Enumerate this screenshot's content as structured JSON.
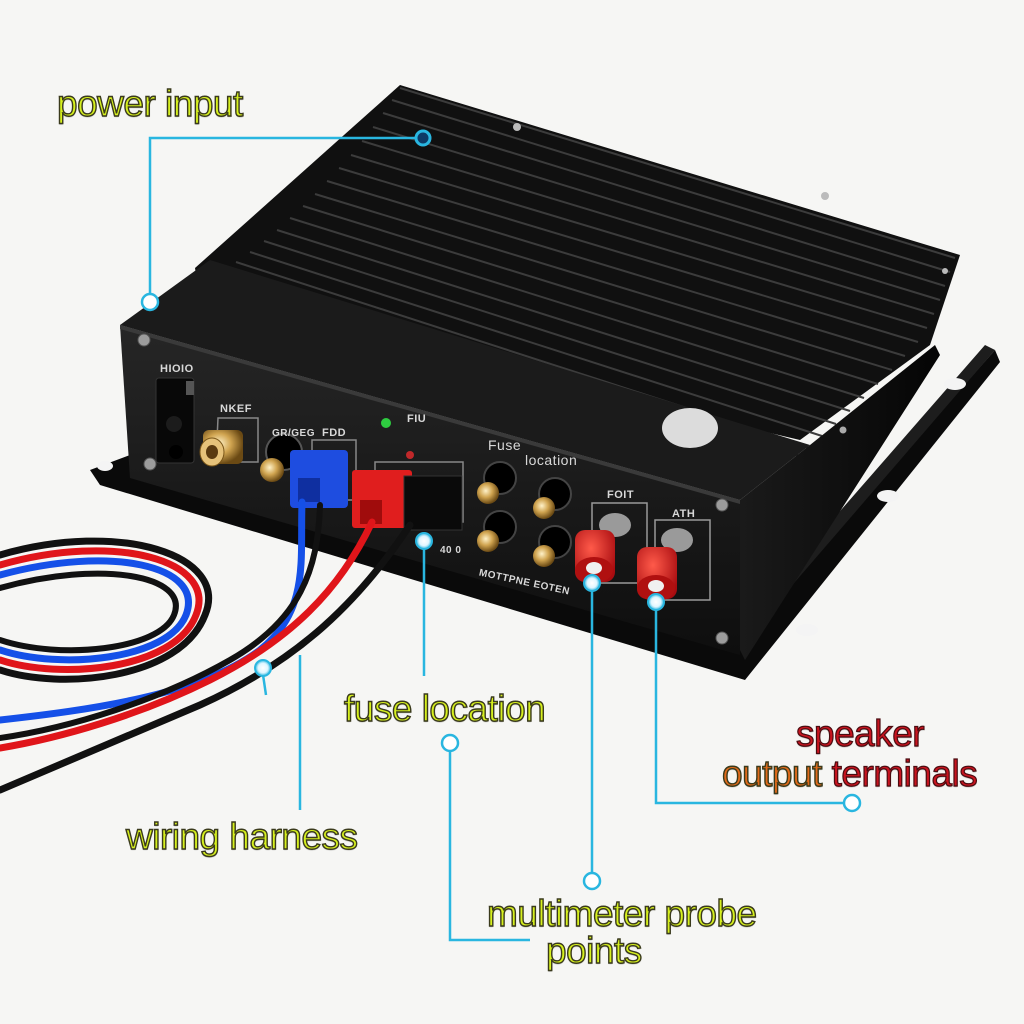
{
  "image": {
    "description": "Annotated car audio amplifier with callouts",
    "background_color": "#f6f6f4",
    "device_color": "#141414",
    "callout_line_color": "#29b6e0"
  },
  "callouts": [
    {
      "id": "power-input",
      "text": "power input"
    },
    {
      "id": "fuse-location",
      "text": "fuse location"
    },
    {
      "id": "speaker-output-terminals",
      "line1": "speaker",
      "line2_part1": "output",
      "line2_part2": "terminals"
    },
    {
      "id": "wiring-harness",
      "text": "wiring harness"
    },
    {
      "id": "multimeter-probe-points",
      "line1": "multimeter probe",
      "line2": "points"
    }
  ],
  "panel_markings": {
    "switch_label": "HIOIO",
    "rca_label": "NKEF",
    "knob_label": "GR/GEG",
    "blue_connector_label": "FDD",
    "led_label": "FIU",
    "fuse_group_label_1": "Fuse",
    "fuse_group_label_2": "location",
    "fuse_group_bottom_label": "MOTTPNE EOTEN",
    "terminal_left_label": "FOIT",
    "terminal_right_label": "ATH",
    "connector_bottom_label": "40 0"
  },
  "indicators": {
    "green_led_color": "#2ecc40",
    "red_led_color": "#c0282a"
  },
  "wires": [
    "red",
    "blue",
    "black"
  ]
}
